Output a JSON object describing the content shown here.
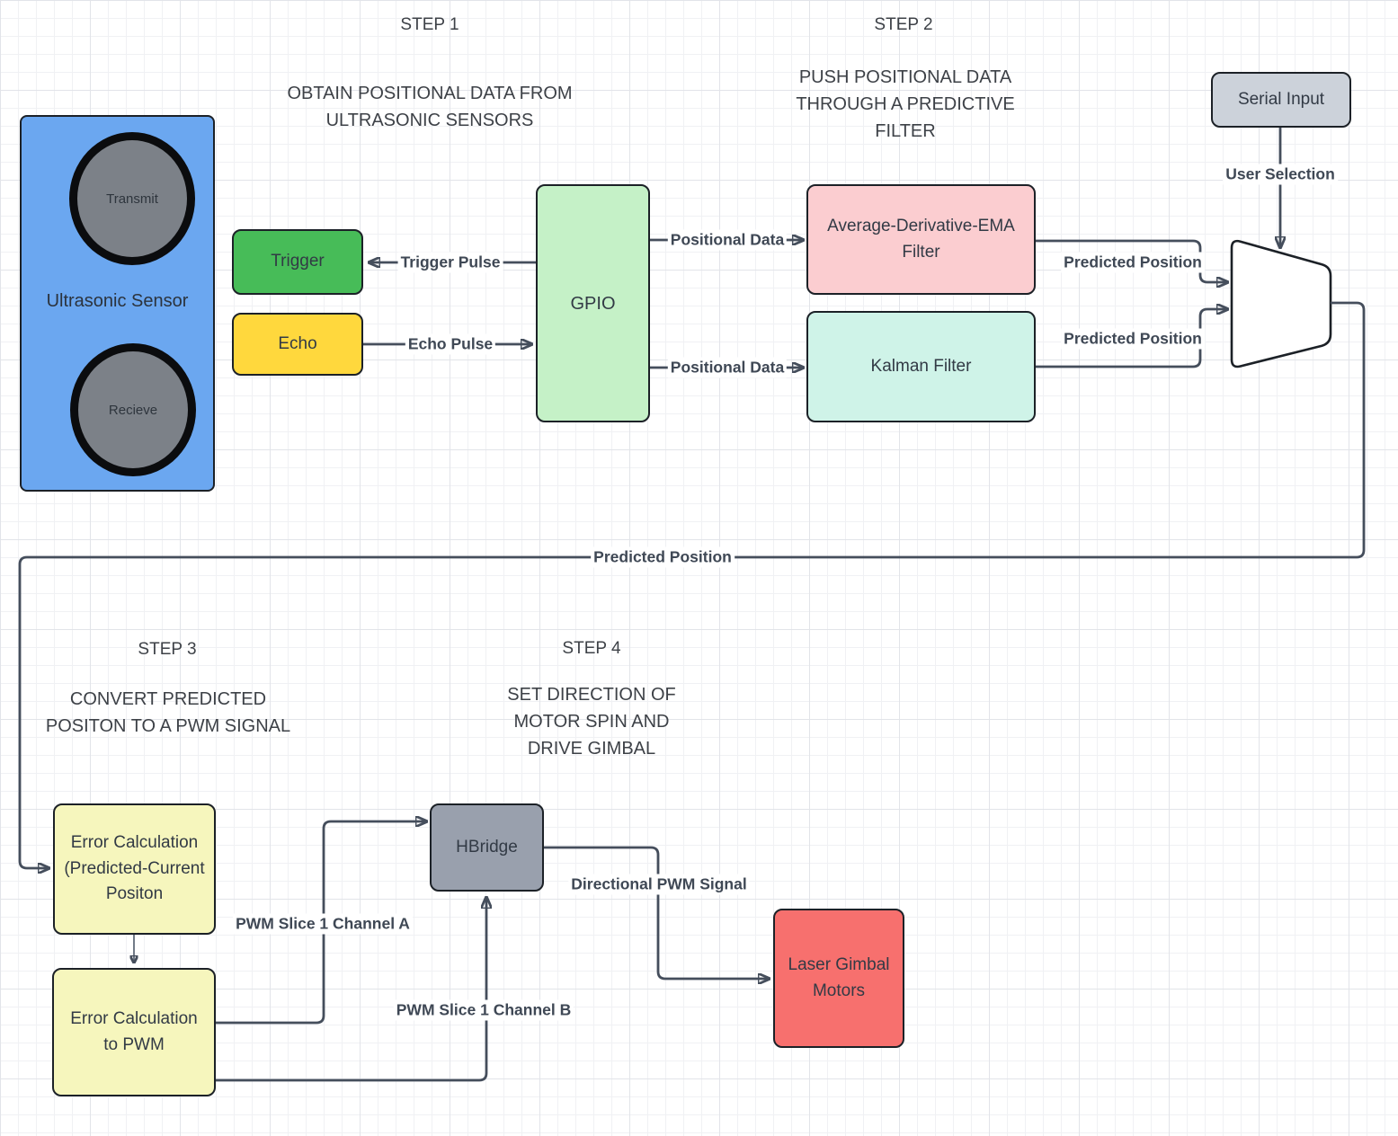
{
  "titles": {
    "step1": "STEP 1",
    "step1_sub": "OBTAIN POSITIONAL DATA FROM\nULTRASONIC SENSORS",
    "step2": "STEP 2",
    "step2_sub": "PUSH POSITIONAL DATA\nTHROUGH A PREDICTIVE\nFILTER",
    "step3": "STEP 3",
    "step3_sub": "CONVERT PREDICTED\nPOSITON TO A PWM SIGNAL",
    "step4": "STEP 4",
    "step4_sub": "SET DIRECTION OF\nMOTOR SPIN AND\nDRIVE GIMBAL"
  },
  "nodes": {
    "ultrasonic_sensor": {
      "label": "Ultrasonic Sensor",
      "fill": "#6ba7f0"
    },
    "transmit": {
      "label": "Transmit",
      "fill": "#7c8188"
    },
    "receive": {
      "label": "Recieve",
      "fill": "#7c8188"
    },
    "trigger": {
      "label": "Trigger",
      "fill": "#47bc58"
    },
    "echo": {
      "label": "Echo",
      "fill": "#ffd83d"
    },
    "gpio": {
      "label": "GPIO",
      "fill": "#c5f1c7"
    },
    "ade_filter": {
      "label": "Average-Derivative-EMA\nFilter",
      "fill": "#fbcdd0"
    },
    "kalman_filter": {
      "label": "Kalman Filter",
      "fill": "#cff3e8"
    },
    "serial_input": {
      "label": "Serial Input",
      "fill": "#ccd2da"
    },
    "mux": {
      "fill": "#ffffff"
    },
    "error_calc_1": {
      "label": "Error Calculation\n(Predicted-Current\nPositon",
      "fill": "#f6f6bd"
    },
    "error_calc_2": {
      "label": "Error Calculation\nto PWM",
      "fill": "#f6f6bd"
    },
    "hbridge": {
      "label": "HBridge",
      "fill": "#99a0ad"
    },
    "laser_gimbal": {
      "label": "Laser Gimbal\nMotors",
      "fill": "#f7706e"
    }
  },
  "edges": {
    "trigger_pulse": {
      "label": "Trigger Pulse"
    },
    "echo_pulse": {
      "label": "Echo Pulse"
    },
    "positional_data_top": {
      "label": "Positional Data"
    },
    "positional_data_bottom": {
      "label": "Positional Data"
    },
    "user_selection": {
      "label": "User Selection"
    },
    "predicted_position_top": {
      "label": "Predicted Position"
    },
    "predicted_position_bottom": {
      "label": "Predicted Position"
    },
    "predicted_position_long": {
      "label": "Predicted Position"
    },
    "pwm_slice_a": {
      "label": "PWM Slice 1 Channel A"
    },
    "pwm_slice_b": {
      "label": "PWM Slice 1 Channel B"
    },
    "directional_pwm": {
      "label": "Directional PWM Signal"
    }
  },
  "colors": {
    "connector": "#454e5c",
    "node_border": "#1c2127",
    "circle_ring": "#0b0c0e",
    "grid_minor": "#f0f1f4",
    "grid_major": "#e2e4e9"
  }
}
